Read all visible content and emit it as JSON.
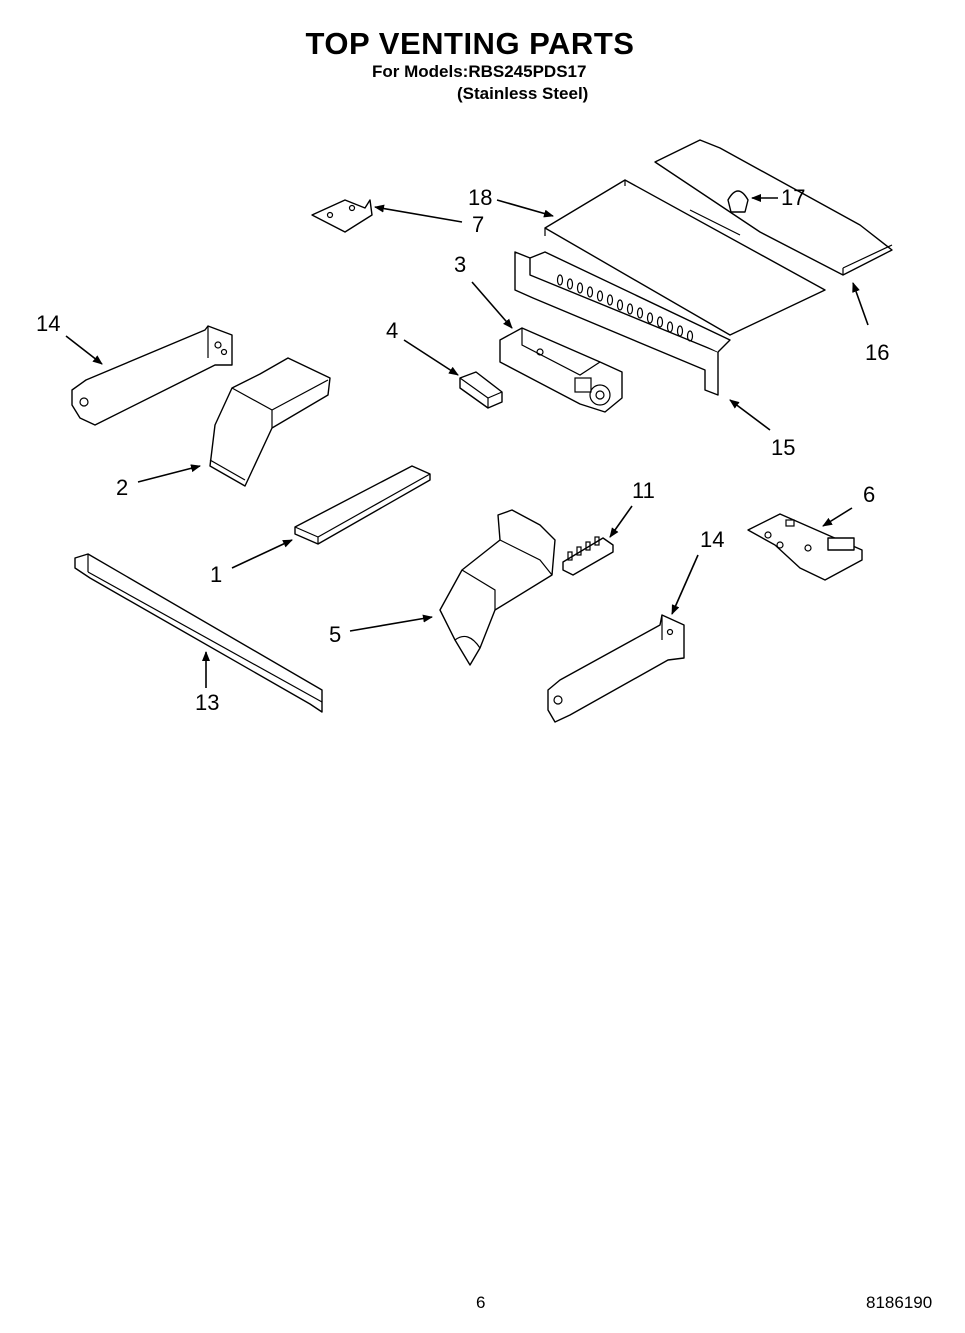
{
  "header": {
    "title": "TOP VENTING PARTS",
    "models_line": "For Models:RBS245PDS17",
    "finish_line": "(Stainless Steel)"
  },
  "callouts": {
    "c18": "18",
    "c17": "17",
    "c7": "7",
    "c3": "3",
    "c16": "16",
    "c14a": "14",
    "c4": "4",
    "c15": "15",
    "c2": "2",
    "c11": "11",
    "c6": "6",
    "c14b": "14",
    "c1": "1",
    "c5": "5",
    "c13": "13"
  },
  "footer": {
    "page_number": "6",
    "document_number": "8186190"
  }
}
